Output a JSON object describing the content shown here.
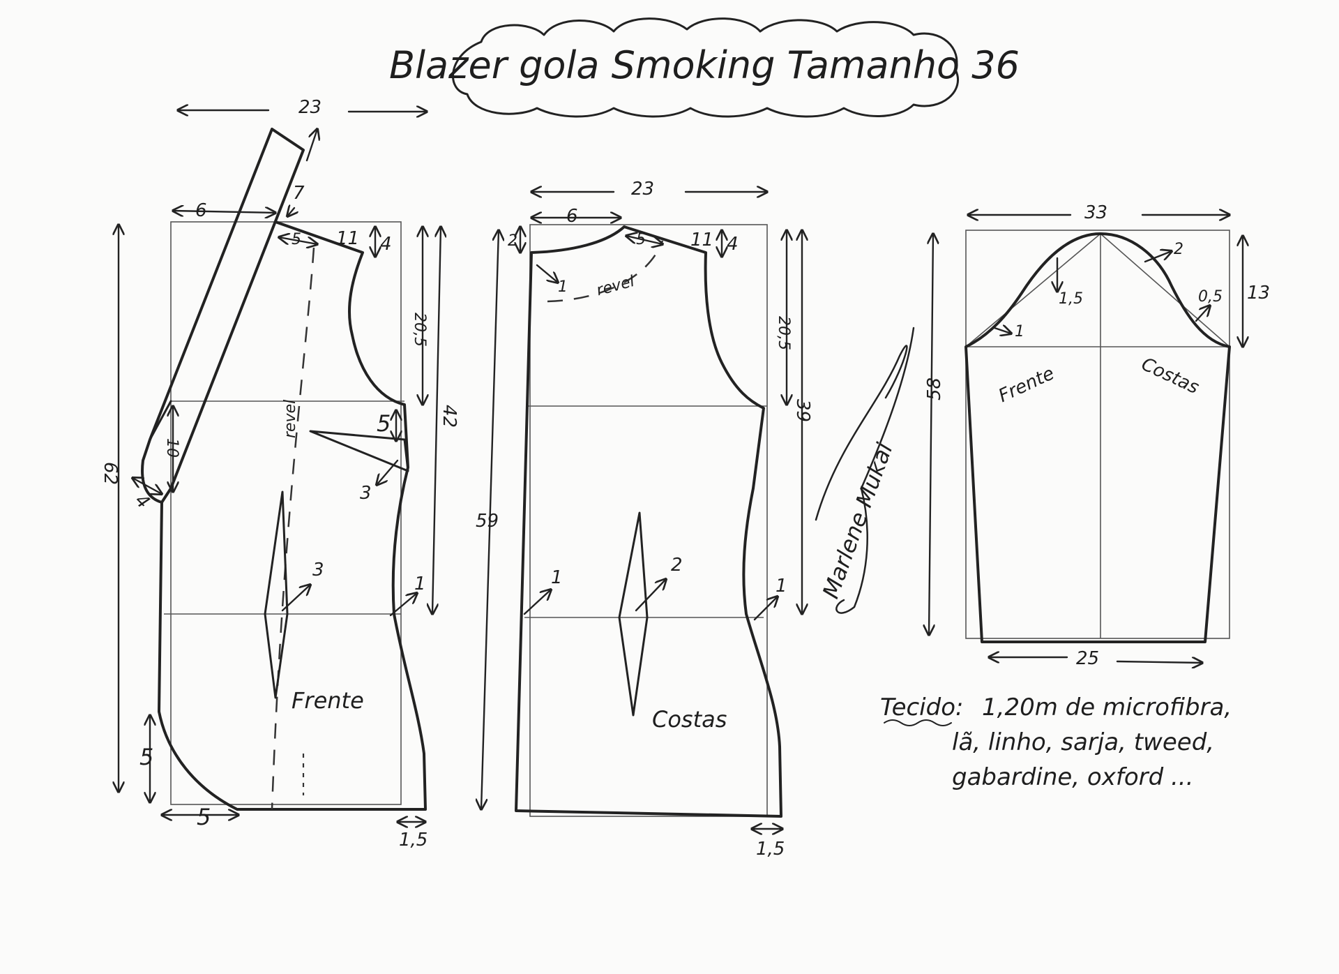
{
  "title": "Blazer gola Smoking Tamanho 36",
  "front": {
    "label": "Frente",
    "m_width_top": "23",
    "m_shoulder_offset": "6",
    "m_neck": "5",
    "m_shoulder": "11",
    "m_drop": "4",
    "m_armhole": "20,5",
    "m_side": "42",
    "m_length": "62",
    "m_collar_top": "7",
    "m_collar_10": "10",
    "m_collar_4": "4",
    "m_bust_dart_h": "5",
    "m_bust_dart": "3",
    "m_waist_dart": "3",
    "m_waist_1": "1",
    "m_hem_curve_v": "5",
    "m_hem_curve_h": "5",
    "m_hem_side": "1,5",
    "facing_label": "revel"
  },
  "back": {
    "label": "Costas",
    "m_width_top": "23",
    "m_neck_offset": "6",
    "m_neck_rise": "2",
    "m_neck": "5",
    "m_shoulder": "11",
    "m_drop": "4",
    "m_armhole": "20,5",
    "m_side": "39",
    "m_length": "59",
    "m_facing_1": "1",
    "m_waist_dart": "2",
    "m_waist_1_left": "1",
    "m_waist_1_right": "1",
    "m_hem_side": "1,5",
    "facing_label": "revel"
  },
  "sleeve": {
    "m_width": "33",
    "m_bottom": "25",
    "m_cap": "13",
    "m_length": "58",
    "m_front_1": "1",
    "m_front_15": "1,5",
    "m_back_2": "2",
    "m_back_05": "0,5",
    "label_front": "Frente",
    "label_back": "Costas"
  },
  "fabric": {
    "heading": "Tecido:",
    "line1": "1,20m de microfibra,",
    "line2": "lã, linho, sarja, tweed,",
    "line3": "gabardine, oxford ..."
  },
  "signature": "Marlene Mukai"
}
